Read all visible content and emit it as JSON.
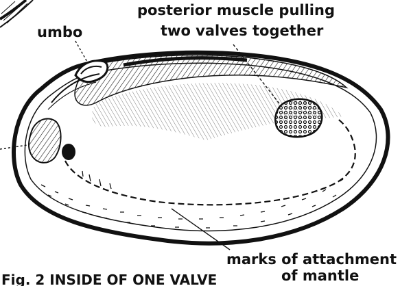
{
  "labels": {
    "umbo": "umbo",
    "posterior_line1": "posterior muscle pulling",
    "posterior_line2": "two valves together",
    "marks_line1": "marks of attachment",
    "marks_line2": "of mantle",
    "caption": "Fig. 2  INSIDE OF ONE VALVE"
  }
}
